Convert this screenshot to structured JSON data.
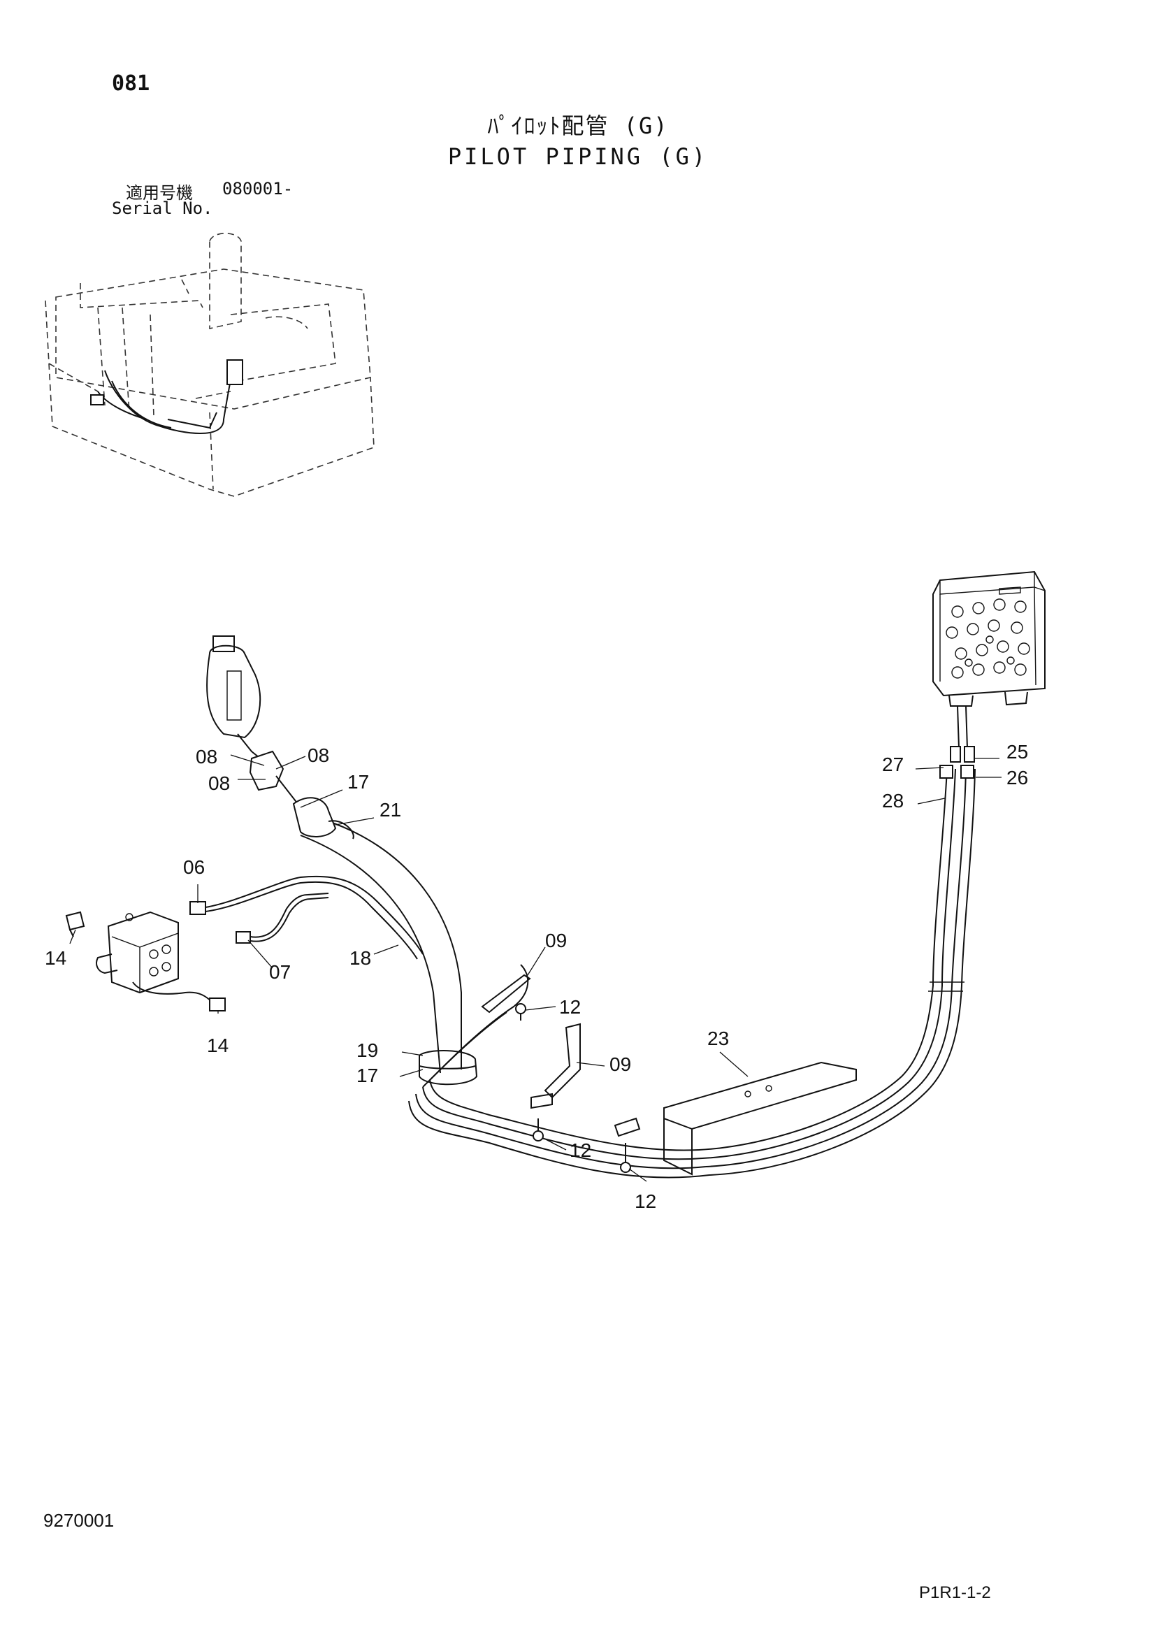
{
  "header": {
    "page_number": "081",
    "title_jp": "ﾊﾟｲﾛｯﾄ配管 (G)",
    "title_en": "PILOT PIPING (G)",
    "serial_label_jp": "適用号機",
    "serial_label_en": "Serial No.",
    "serial_value": "080001-"
  },
  "footer": {
    "document_number": "9270001",
    "sheet_code": "P1R1-1-2"
  },
  "callouts": {
    "c08a": "08",
    "c08b": "08",
    "c08c": "08",
    "c17a": "17",
    "c21": "21",
    "c06": "06",
    "c14a": "14",
    "c07": "07",
    "c14b": "14",
    "c18": "18",
    "c09a": "09",
    "c12a": "12",
    "c19": "19",
    "c17b": "17",
    "c09b": "09",
    "c23": "23",
    "c12b": "12",
    "c12c": "12",
    "c27": "27",
    "c25": "25",
    "c26": "26",
    "c28": "28"
  }
}
